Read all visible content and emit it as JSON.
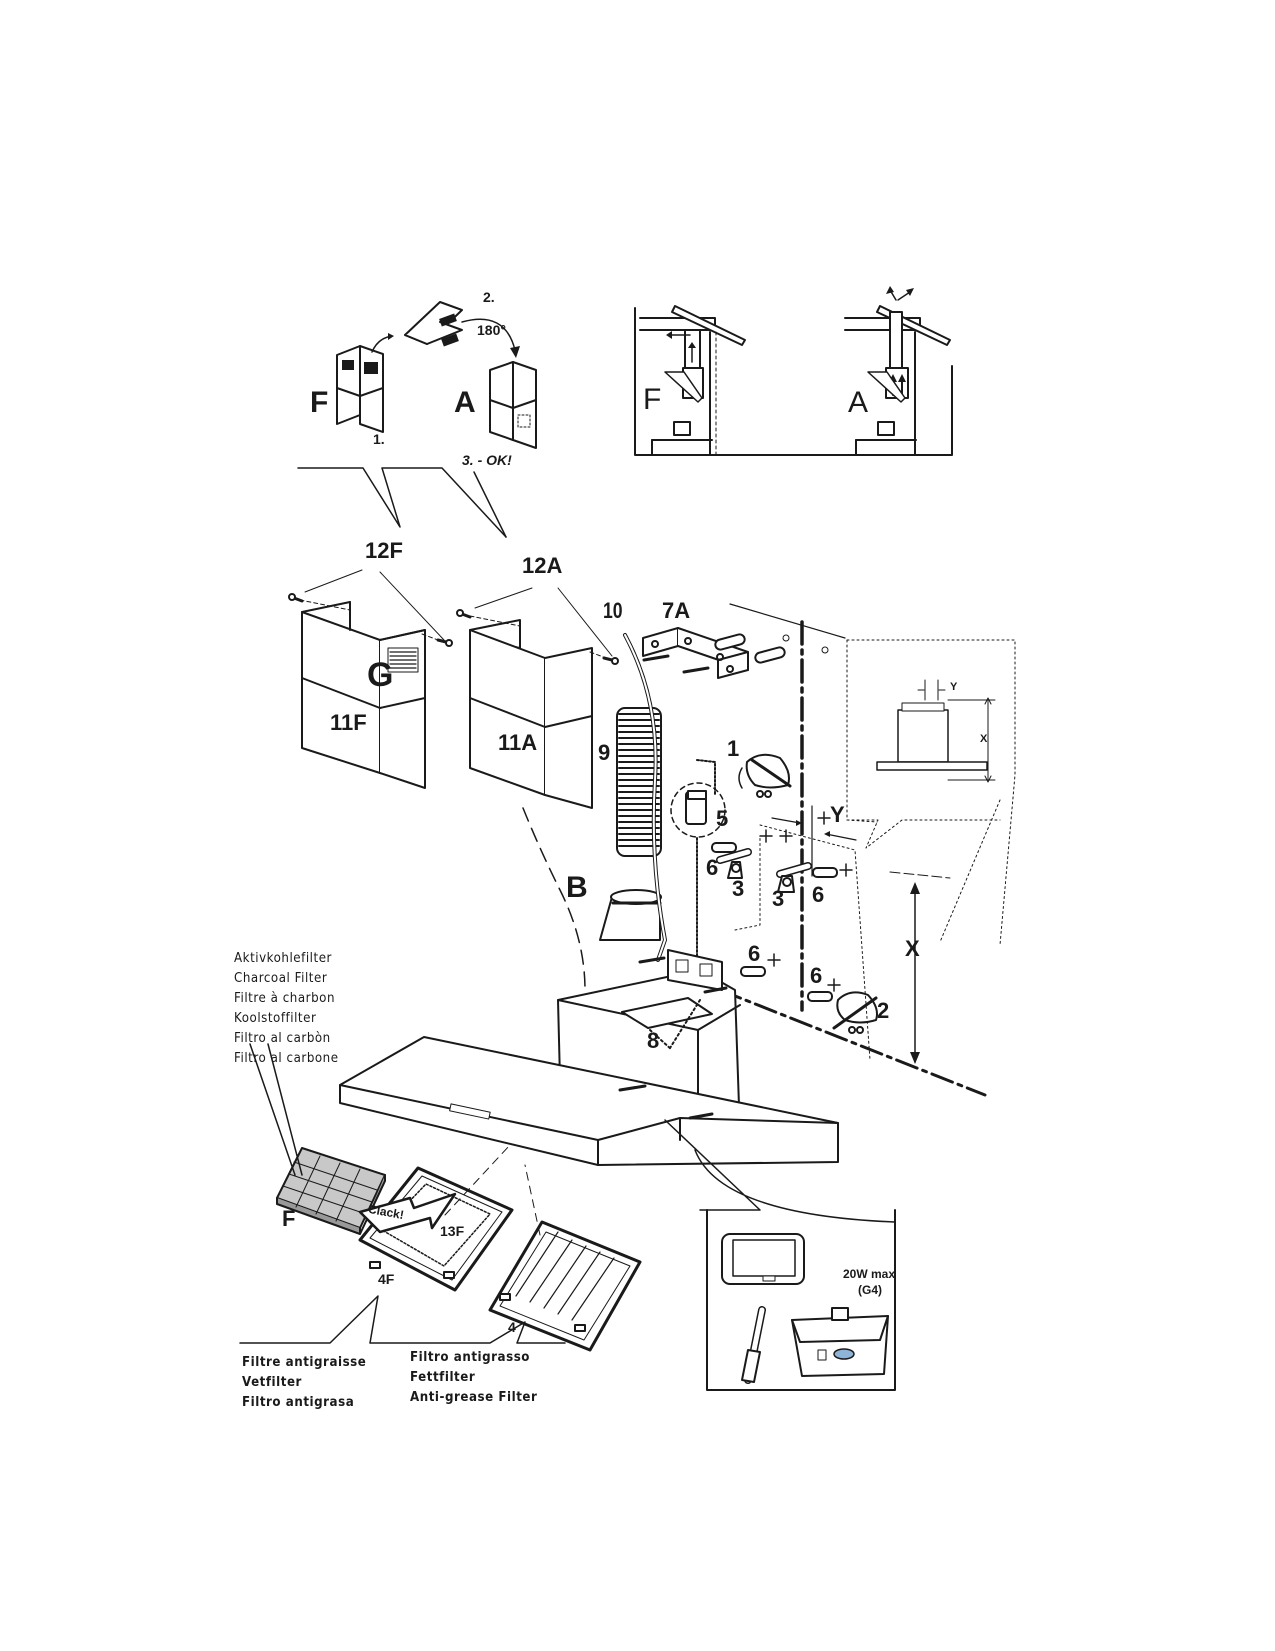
{
  "page": {
    "title": "Cooker hood installation diagram"
  },
  "conversion": {
    "step1": "1.",
    "step2": "2.",
    "rotation": "180°",
    "step3": "3. - OK!",
    "mode_filter": "F",
    "mode_exhaust": "A"
  },
  "modes": {
    "filter_label": "F",
    "exhaust_label": "A"
  },
  "parts": {
    "p12F": "12F",
    "p12A": "12A",
    "p10": "10",
    "p7A": "7A",
    "pG": "G",
    "p11F": "11F",
    "p11A": "11A",
    "p9": "9",
    "p1": "1",
    "p5": "5",
    "p6a": "6",
    "p6b": "6",
    "p6c": "6",
    "p6d": "6",
    "p3a": "3",
    "p3b": "3",
    "pB": "B",
    "p8": "8",
    "p2": "2",
    "pF": "F",
    "p13F": "13F",
    "p4F": "4F",
    "p4": "4",
    "clack": "Clack!"
  },
  "dimensions": {
    "x": "X",
    "y": "Y",
    "detail_x": "X",
    "detail_y": "Y"
  },
  "charcoal_filter_names": [
    "Aktivkohlefilter",
    "Charcoal Filter",
    "Filtre à charbon",
    "Koolstoffilter",
    "Filtro al carbòn",
    "Filtro al carbone"
  ],
  "grease_filter_names_left": [
    "Filtre antigraisse",
    "Vetfilter",
    "Filtro antigrasa"
  ],
  "grease_filter_names_right": [
    "Filtro antigrasso",
    "Fettfilter",
    "Anti-grease Filter"
  ],
  "lamp": {
    "power": "20W max",
    "type": "(G4)"
  }
}
